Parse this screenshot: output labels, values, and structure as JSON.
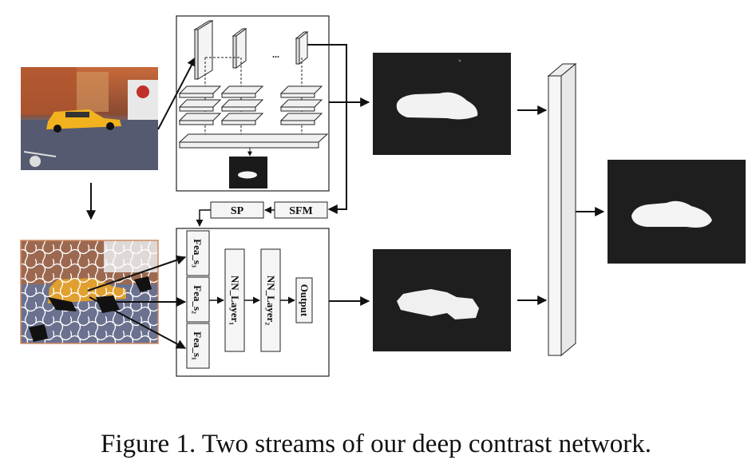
{
  "labels": {
    "sp": "SP",
    "sfm": "SFM",
    "ellipsis": "...",
    "fea_s3": "Fea_s₃",
    "fea_s2": "Fea_s₂",
    "fea_s1": "Fea_s₁",
    "nn_layer1": "NN_Layer₁",
    "nn_layer2": "NN_Layer₂",
    "output": "Output"
  },
  "caption": "Figure 1. Two streams of our deep contrast network."
}
